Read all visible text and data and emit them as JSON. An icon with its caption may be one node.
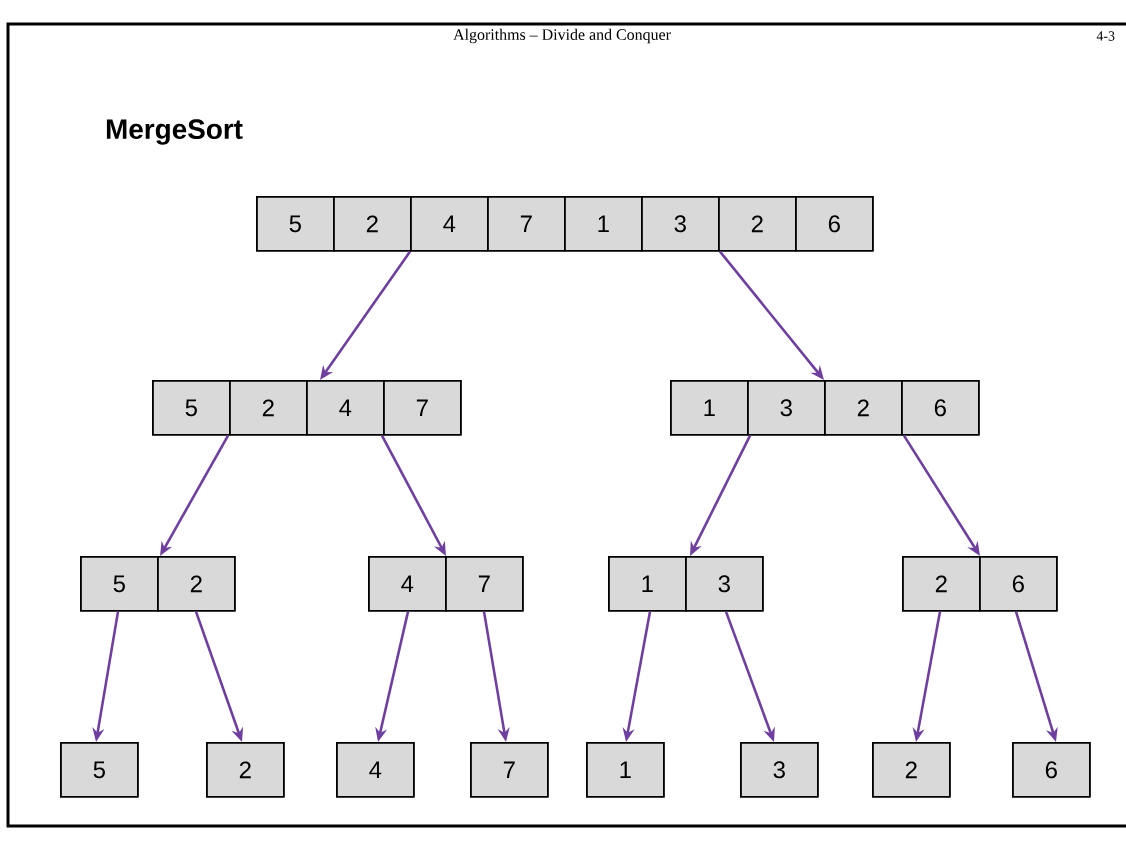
{
  "diagram": {
    "title": "MergeSort",
    "nodes": [
      {
        "text": [
          "5",
          "2",
          "4",
          "7",
          "1",
          "3",
          "2",
          "6"
        ]
      },
      {
        "text": [
          "5",
          "2",
          "4",
          "7"
        ]
      },
      {
        "text": [
          "1",
          "3",
          "2",
          "6"
        ]
      },
      {
        "text": [
          "5",
          "2"
        ]
      },
      {
        "text": [
          "4",
          "7"
        ]
      },
      {
        "text": [
          "1",
          "3"
        ]
      },
      {
        "text": [
          "2",
          "6"
        ]
      },
      {
        "text": [
          "5"
        ]
      },
      {
        "text": [
          "2"
        ]
      },
      {
        "text": [
          "4"
        ]
      },
      {
        "text": [
          "7"
        ]
      },
      {
        "text": [
          "1"
        ]
      },
      {
        "text": [
          "3"
        ]
      },
      {
        "text": [
          "2"
        ]
      },
      {
        "text": [
          "6"
        ]
      }
    ],
    "edges": [
      {
        "from": 0,
        "to": 1,
        "arrow": "to"
      },
      {
        "from": 0,
        "to": 2,
        "arrow": "to"
      },
      {
        "from": 1,
        "to": 3,
        "arrow": "to"
      },
      {
        "from": 1,
        "to": 4,
        "arrow": "to"
      },
      {
        "from": 2,
        "to": 5,
        "arrow": "to"
      },
      {
        "from": 2,
        "to": 6,
        "arrow": "to"
      },
      {
        "from": 3,
        "to": 7,
        "arrow": "to"
      },
      {
        "from": 3,
        "to": 8,
        "arrow": "to"
      },
      {
        "from": 4,
        "to": 9,
        "arrow": "to"
      },
      {
        "from": 4,
        "to": 10,
        "arrow": "to"
      },
      {
        "from": 5,
        "to": 11,
        "arrow": "to"
      },
      {
        "from": 5,
        "to": 12,
        "arrow": "to"
      },
      {
        "from": 6,
        "to": 13,
        "arrow": "to"
      },
      {
        "from": 6,
        "to": 14,
        "arrow": "to"
      }
    ],
    "labels": [
      "Algorithms – Divide and Conquer",
      "4-3"
    ]
  }
}
